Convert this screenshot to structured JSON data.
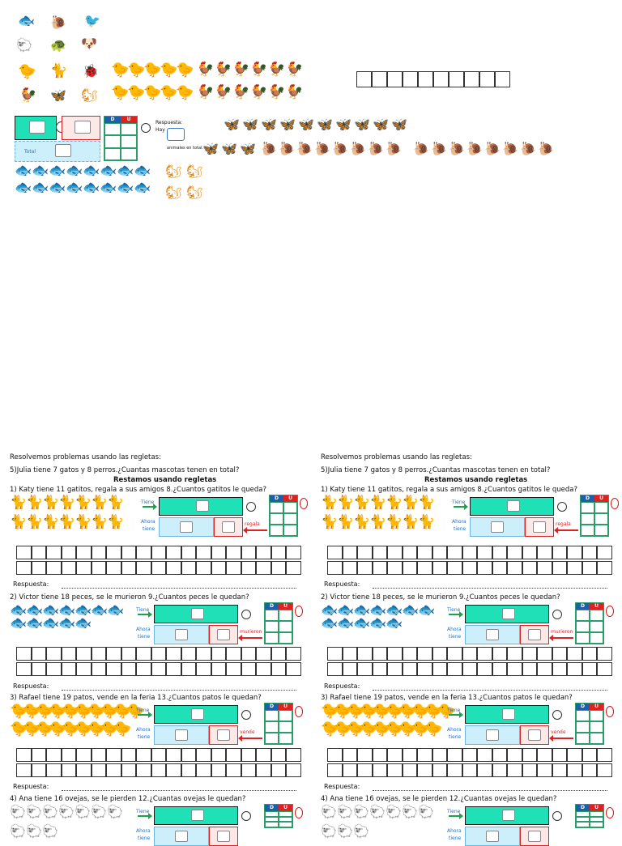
{
  "top_panel": {
    "answer_label": "Respuesta:",
    "answer_hay": "Hay",
    "answer_tail": "animales en total.",
    "total_label": "Total",
    "du_headers": [
      "D",
      "U"
    ]
  },
  "worksheet": {
    "heading": "Resolvemos problemas usando las regletas:",
    "problem5": "5)Julia tiene 7 gatos y 8 perros.¿Cuantas mascotas tenen en total?",
    "subtitle": "Restamos usando regletas",
    "answer_label": "Respuesta:",
    "label_tiene": "Tiene",
    "label_ahora": "Ahora",
    "label_ahora_tiene": "tiene",
    "du_headers": [
      "D",
      "U"
    ],
    "problems": [
      {
        "text": "1) Katy tiene 11 gatitos, regala a sus amigos 8.¿Cuantos gatitos le queda?",
        "verb": "regala",
        "icon": "cat"
      },
      {
        "text": "2) Victor tiene 18 peces, se le murieron 9.¿Cuantos peces le quedan?",
        "verb": "murieron",
        "icon": "fish"
      },
      {
        "text": "3) Rafael tiene 19 patos, vende en la feria 13.¿Cuantos patos le quedan?",
        "verb": "vende",
        "icon": "duck"
      },
      {
        "text": "4) Ana tiene 16 ovejas, se le pierden 12.¿Cuantas ovejas le quedan?",
        "verb": "",
        "icon": "sheep"
      }
    ]
  },
  "icons": {
    "fish": "fish-icon",
    "cat": "cat-icon",
    "duck": "duck-icon",
    "sheep": "sheep-icon",
    "rooster": "rooster-icon",
    "butterfly": "butterfly-icon",
    "snail": "snail-icon",
    "fox": "fox-icon"
  },
  "colors": {
    "green": "#1fe0b7",
    "blue": "#cdeefb",
    "red": "#dd2222",
    "label_blue": "#1f72c4"
  }
}
